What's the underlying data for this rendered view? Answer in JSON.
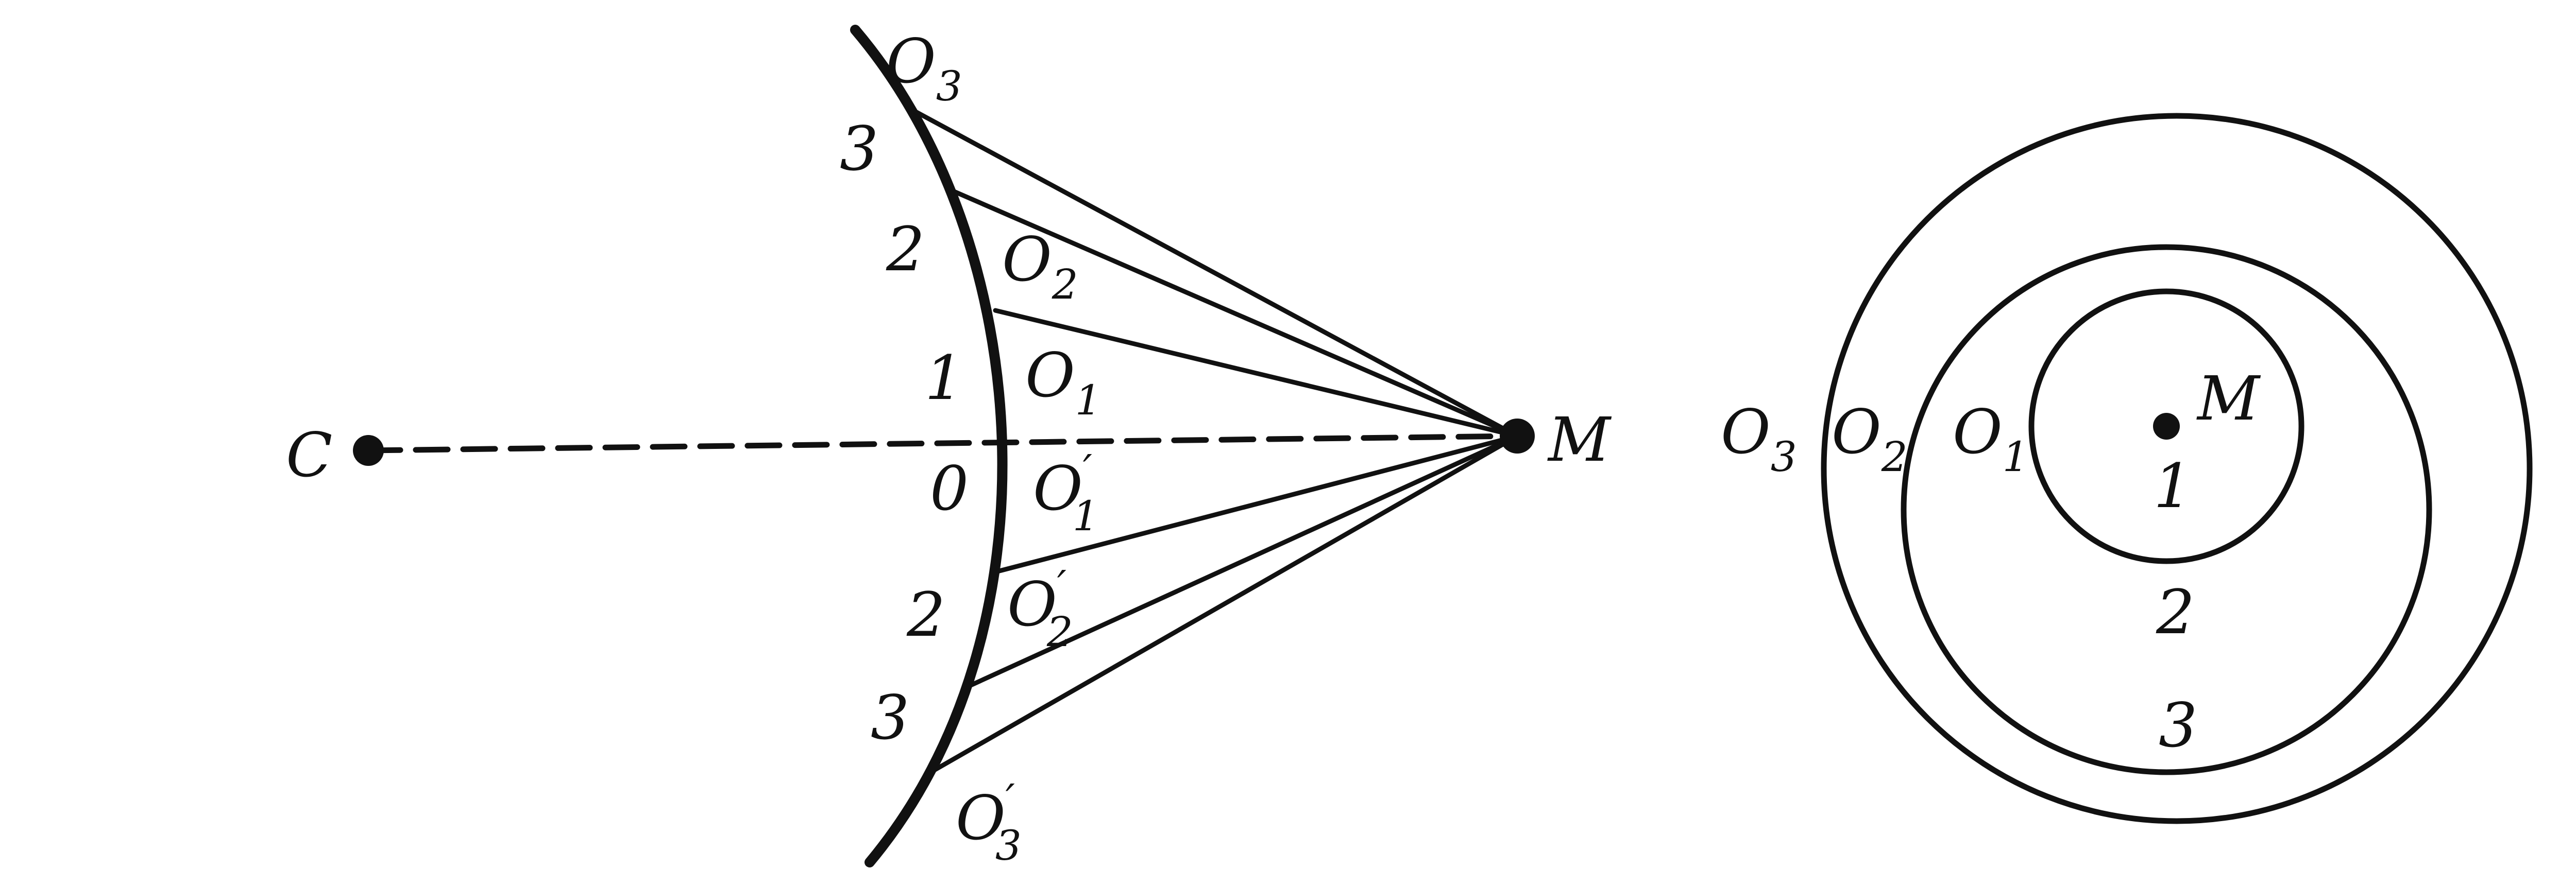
{
  "colors": {
    "ink": "#111111",
    "paper": "#ffffff"
  },
  "left_panel": {
    "center_label": "C",
    "source_label": "M",
    "axis_label": "0",
    "zone_numbers_upper": [
      "1",
      "2",
      "3"
    ],
    "zone_numbers_lower": [
      "2",
      "3"
    ],
    "points_upper": [
      {
        "base": "O",
        "sub": "1",
        "prime": ""
      },
      {
        "base": "O",
        "sub": "2",
        "prime": ""
      },
      {
        "base": "O",
        "sub": "3",
        "prime": ""
      }
    ],
    "points_lower": [
      {
        "base": "O",
        "sub": "1",
        "prime": "′"
      },
      {
        "base": "O",
        "sub": "2",
        "prime": "′"
      },
      {
        "base": "O",
        "sub": "3",
        "prime": "′"
      }
    ]
  },
  "right_panel": {
    "source_label": "M",
    "zone_numbers": [
      "1",
      "2",
      "3"
    ],
    "ring_labels": [
      {
        "base": "O",
        "sub": "1"
      },
      {
        "base": "O",
        "sub": "2"
      },
      {
        "base": "O",
        "sub": "3"
      }
    ]
  }
}
